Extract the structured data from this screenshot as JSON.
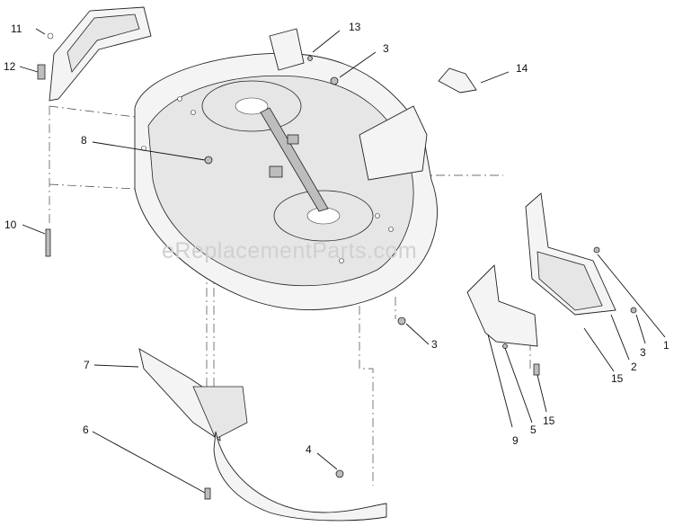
{
  "watermark": "eReplacementParts.com",
  "callouts": [
    "11",
    "12",
    "13",
    "3",
    "14",
    "8",
    "10",
    "1",
    "3",
    "2",
    "15",
    "3",
    "7",
    "9",
    "5",
    "15",
    "6",
    "4"
  ]
}
